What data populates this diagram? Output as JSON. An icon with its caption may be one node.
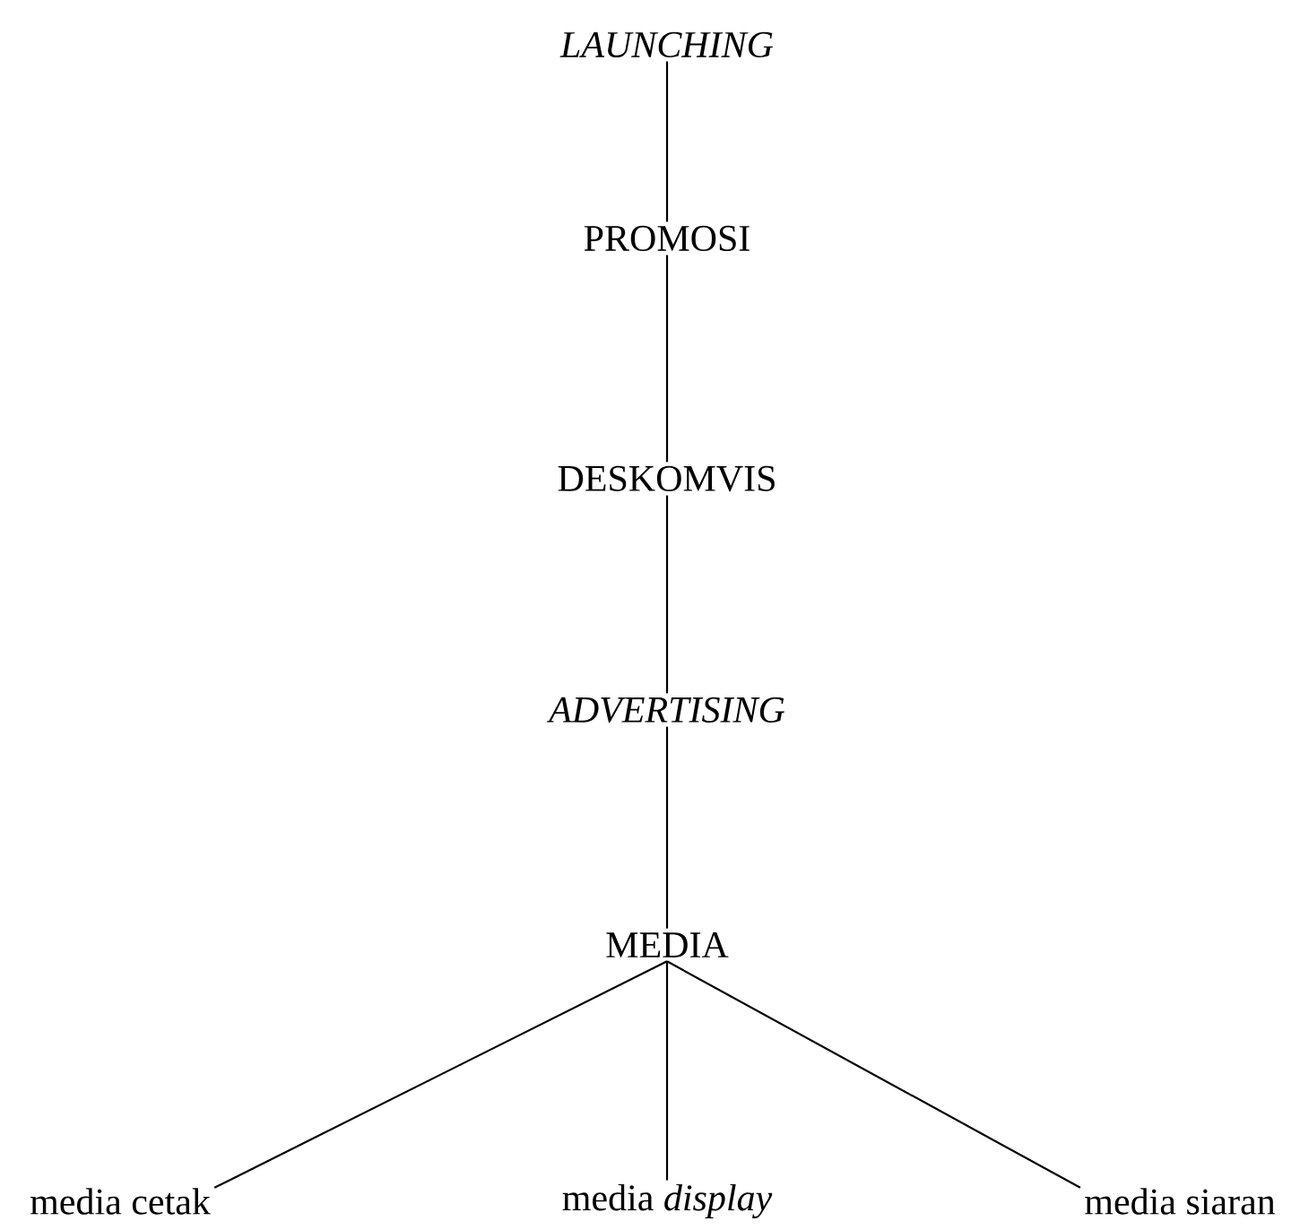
{
  "diagram": {
    "nodes": [
      {
        "text": [
          "LAUNCHING"
        ]
      },
      {
        "text": [
          "PROMOSI"
        ]
      },
      {
        "text": [
          "DESKOMVIS"
        ]
      },
      {
        "text": [
          "ADVERTISING"
        ]
      },
      {
        "text": [
          "MEDIA"
        ]
      },
      {
        "text": [
          "media cetak"
        ]
      },
      {
        "text": [
          "media *display*"
        ]
      },
      {
        "text": [
          "media siaran"
        ]
      }
    ],
    "edges": [
      {
        "from": 0,
        "to": 1,
        "arrow": "none"
      },
      {
        "from": 1,
        "to": 2,
        "arrow": "none"
      },
      {
        "from": 2,
        "to": 3,
        "arrow": "none"
      },
      {
        "from": 3,
        "to": 4,
        "arrow": "none"
      },
      {
        "from": 4,
        "to": 5,
        "arrow": "none"
      },
      {
        "from": 4,
        "to": 6,
        "arrow": "none"
      },
      {
        "from": 4,
        "to": 7,
        "arrow": "none"
      }
    ]
  }
}
